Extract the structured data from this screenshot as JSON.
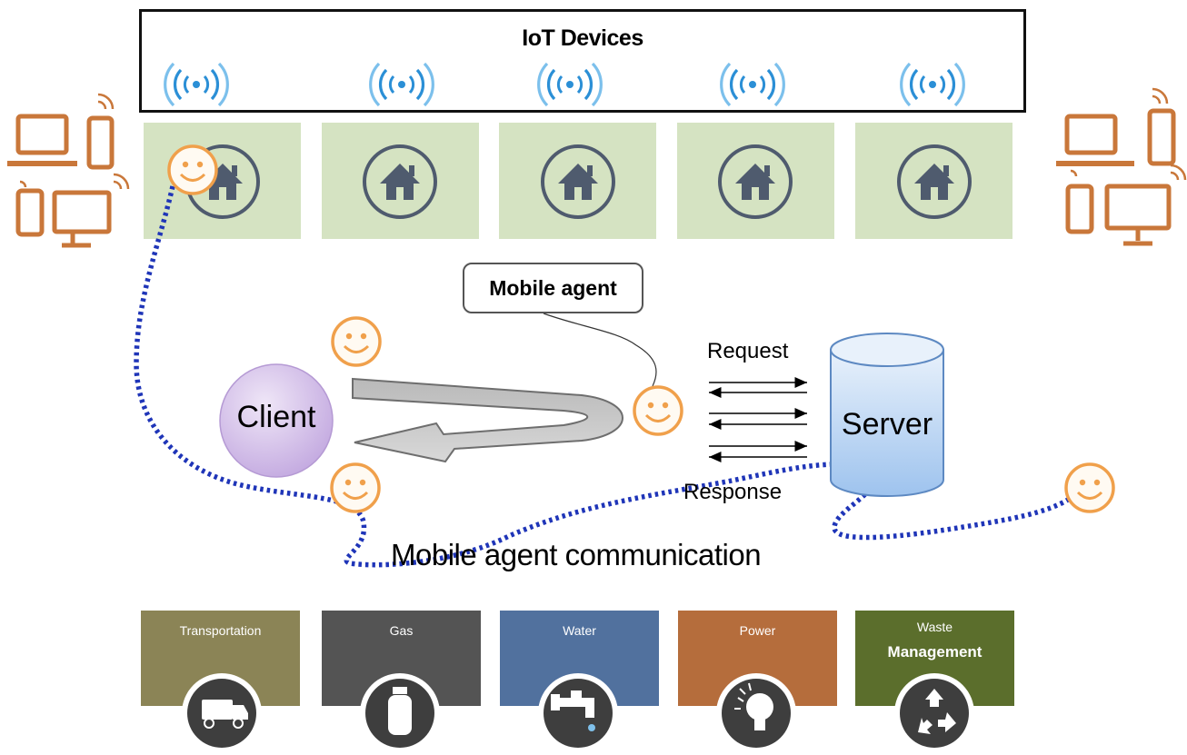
{
  "iot": {
    "title": "IoT Devices"
  },
  "homes": [
    "home-1",
    "home-2",
    "home-3",
    "home-4",
    "home-5"
  ],
  "agent": {
    "callout": "Mobile agent"
  },
  "client": {
    "label": "Client"
  },
  "server": {
    "label": "Server"
  },
  "arrows": {
    "request": "Request",
    "response": "Response"
  },
  "communication": {
    "label": "Mobile agent communication"
  },
  "utilities": {
    "transportation": "Transportation",
    "gas": "Gas",
    "water": "Water",
    "power": "Power",
    "waste_line1": "Waste",
    "waste_line2": "Management"
  },
  "colors": {
    "device_orange": "#c9773a",
    "smiley_orange": "#f0a04b",
    "home_tile": "#d5e3c2",
    "home_icon": "#4f5b6e",
    "wifi_blue": "#2b8fd6",
    "dotted_path": "#1f35b8",
    "transportation": "#8b8456",
    "gas": "#545454",
    "water": "#51719e",
    "power": "#b56d3c",
    "waste": "#5b6e2c"
  }
}
